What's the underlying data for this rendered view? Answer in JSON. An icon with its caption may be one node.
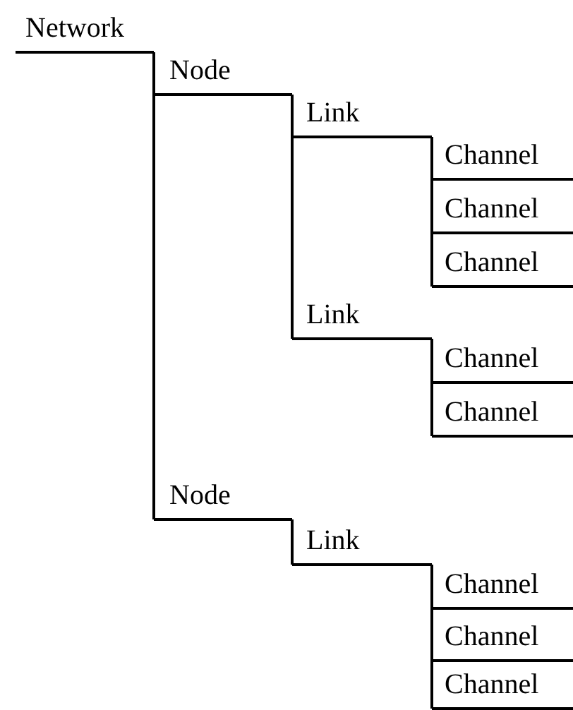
{
  "diagram": {
    "nodes": [
      {
        "text": [
          "Network"
        ]
      },
      {
        "text": [
          "Node"
        ]
      },
      {
        "text": [
          "Link"
        ]
      },
      {
        "text": [
          "Channel"
        ]
      },
      {
        "text": [
          "Channel"
        ]
      },
      {
        "text": [
          "Channel"
        ]
      },
      {
        "text": [
          "Link"
        ]
      },
      {
        "text": [
          "Channel"
        ]
      },
      {
        "text": [
          "Channel"
        ]
      },
      {
        "text": [
          "Node"
        ]
      },
      {
        "text": [
          "Link"
        ]
      },
      {
        "text": [
          "Channel"
        ]
      },
      {
        "text": [
          "Channel"
        ]
      },
      {
        "text": [
          "Channel"
        ]
      }
    ],
    "edges": [
      {
        "from": 0,
        "to": 1,
        "arrow": "none"
      },
      {
        "from": 1,
        "to": 2,
        "arrow": "none"
      },
      {
        "from": 2,
        "to": 3,
        "arrow": "none"
      },
      {
        "from": 2,
        "to": 4,
        "arrow": "none"
      },
      {
        "from": 2,
        "to": 5,
        "arrow": "none"
      },
      {
        "from": 1,
        "to": 6,
        "arrow": "none"
      },
      {
        "from": 6,
        "to": 7,
        "arrow": "none"
      },
      {
        "from": 6,
        "to": 8,
        "arrow": "none"
      },
      {
        "from": 0,
        "to": 9,
        "arrow": "none"
      },
      {
        "from": 9,
        "to": 10,
        "arrow": "none"
      },
      {
        "from": 10,
        "to": 11,
        "arrow": "none"
      },
      {
        "from": 10,
        "to": 12,
        "arrow": "none"
      },
      {
        "from": 10,
        "to": 13,
        "arrow": "none"
      }
    ]
  }
}
